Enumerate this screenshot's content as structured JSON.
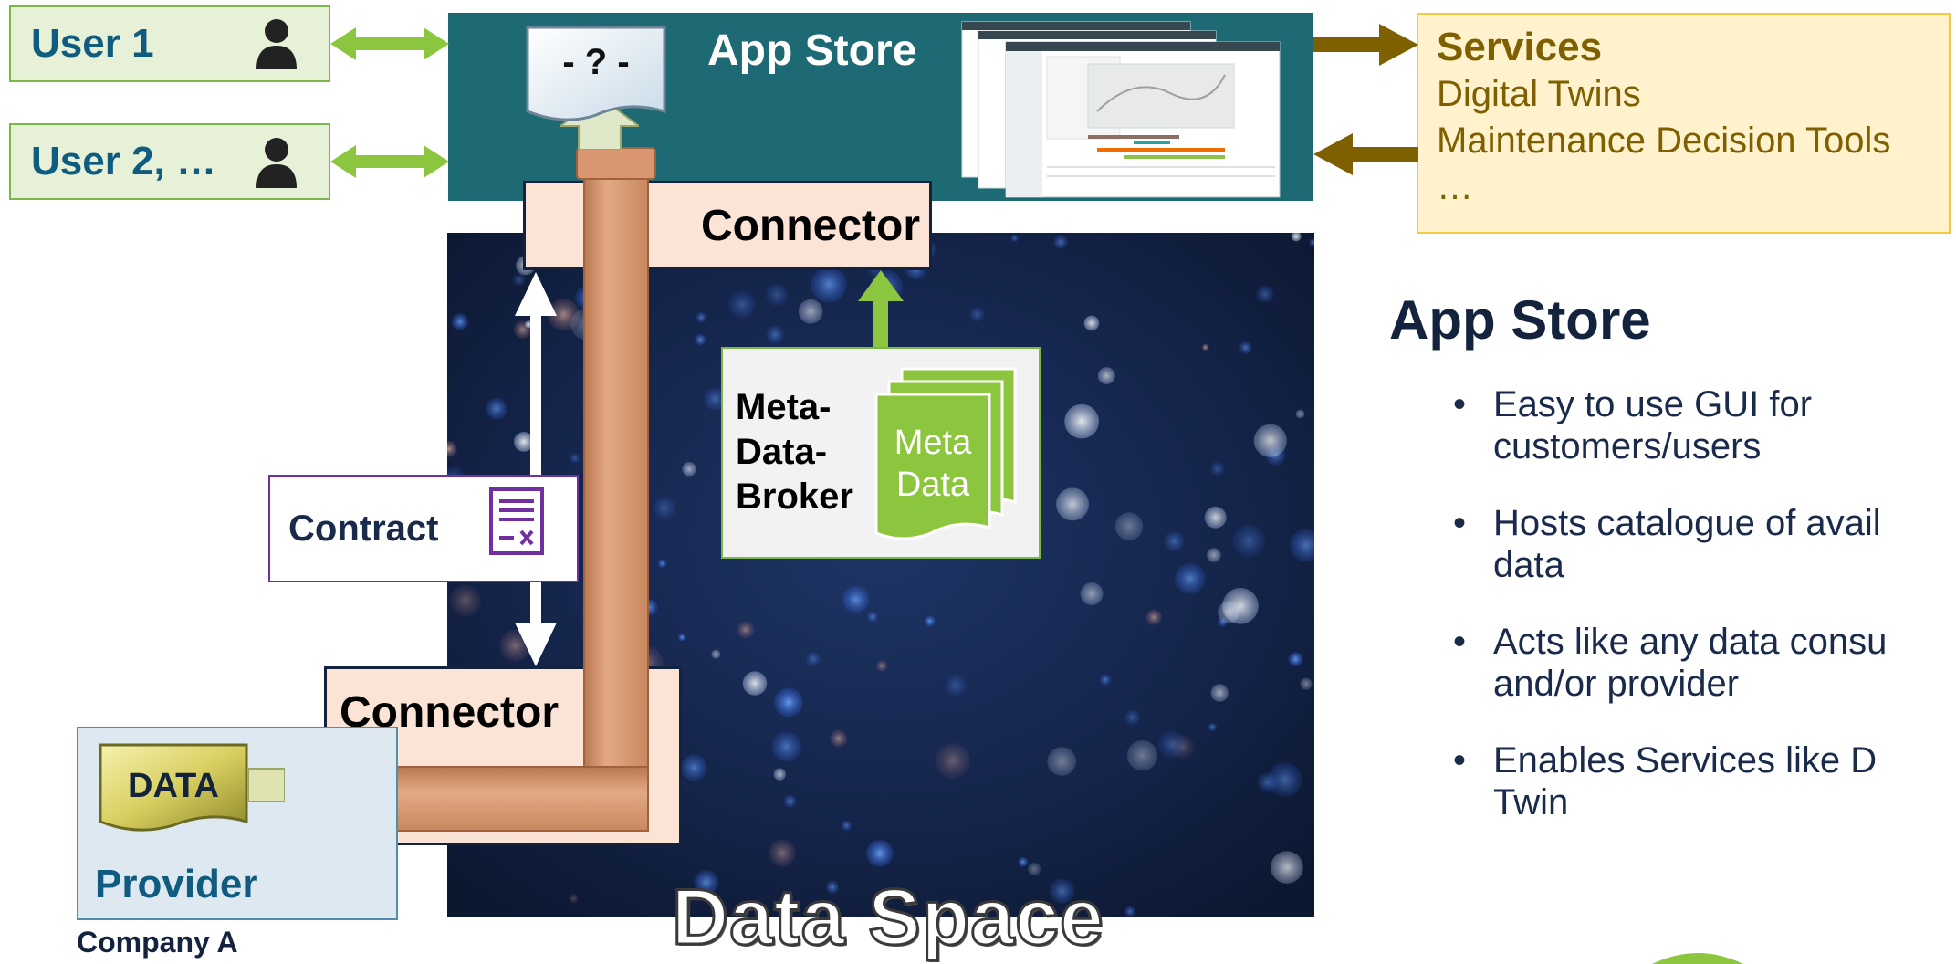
{
  "users": [
    {
      "label": "User 1",
      "icon": "person-icon"
    },
    {
      "label": "User 2, …",
      "icon": "person-icon"
    }
  ],
  "app_store": {
    "title": "App Store",
    "query_label": "- ? -"
  },
  "connectors": {
    "top": "Connector",
    "bottom": "Connector"
  },
  "contract": {
    "label": "Contract",
    "icon": "contract-document-icon"
  },
  "broker": {
    "label_lines": [
      "Meta-",
      "Data-",
      "Broker"
    ],
    "doc_lines": [
      "Meta",
      "Data"
    ]
  },
  "services": {
    "title": "Services",
    "items": [
      "Digital Twins",
      "Maintenance Decision Tools",
      "…"
    ]
  },
  "side_panel": {
    "title": "App Store",
    "bullets": [
      [
        "Easy to use GUI for",
        "customers/users"
      ],
      [
        "Hosts catalogue of avail",
        "data"
      ],
      [
        "Acts like any data consu",
        "and/or provider"
      ],
      [
        "Enables Services like D",
        "Twin"
      ]
    ]
  },
  "provider": {
    "data_label": "DATA",
    "label": "Provider",
    "company": "Company A"
  },
  "data_space": {
    "label": "Data Space"
  },
  "colors": {
    "app_store_bar": "#1d6a74",
    "user_fill": "#e6f1d8",
    "user_border": "#7ab648",
    "connector_fill": "#fbe3d6",
    "pipe": "#d9976f",
    "services_fill": "#fff2cc",
    "services_arrow": "#7f6000",
    "green_arrow": "#8cc63f",
    "contract_border": "#7030a0",
    "data_space_bg": "#12203f"
  }
}
